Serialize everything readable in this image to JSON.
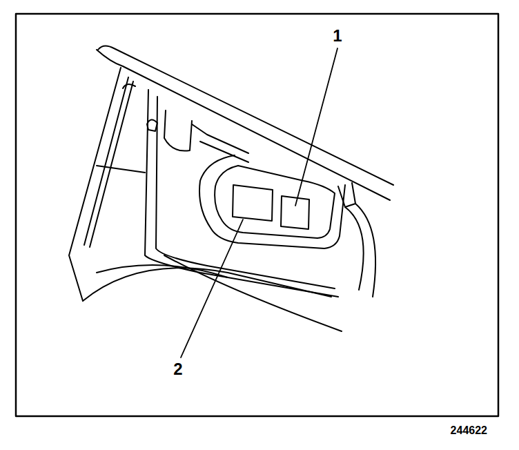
{
  "diagram": {
    "labels": [
      "1",
      "2",
      "244622"
    ]
  }
}
